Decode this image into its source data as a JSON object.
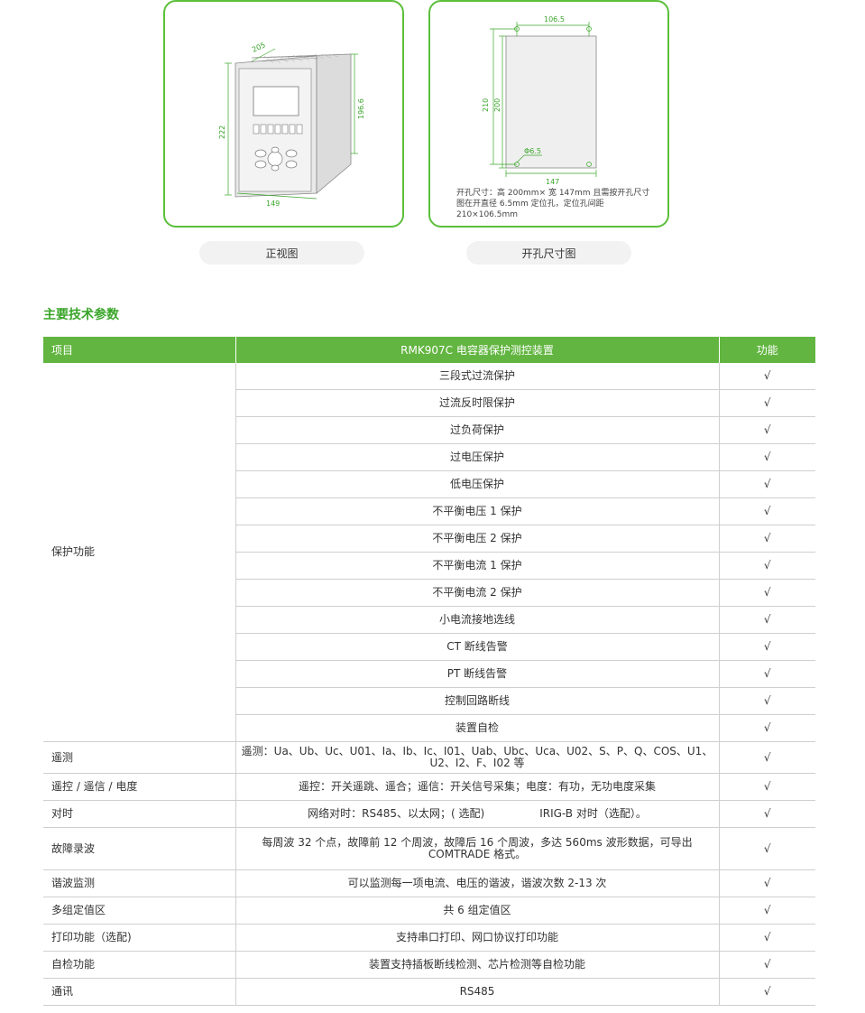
{
  "front_view": {
    "caption": "正视图",
    "dims": {
      "depth": "205",
      "height_side": "196.6",
      "height_front": "222",
      "width": "149"
    }
  },
  "cutout_view": {
    "caption": "开孔尺寸图",
    "dims": {
      "top_width": "106.5",
      "outer_height": "210",
      "inner_height": "200",
      "bottom_width": "147",
      "hole": "Φ6.5"
    },
    "note": "开孔尺寸：高 200mm× 宽 147mm 且需按开孔尺寸图在开直径 6.5mm 定位孔，定位孔间距 210×106.5mm"
  },
  "section_title": "主要技术参数",
  "table": {
    "headers": [
      "项目",
      "RMK907C 电容器保护测控装置",
      "功能"
    ],
    "protection_label": "保护功能",
    "protection_items": [
      "三段式过流保护",
      "过流反时限保护",
      "过负荷保护",
      "过电压保护",
      "低电压保护",
      "不平衡电压 1 保护",
      "不平衡电压 2 保护",
      "不平衡电流 1 保护",
      "不平衡电流 2 保护",
      "小电流接地选线",
      "CT 断线告警",
      "PT 断线告警",
      "控制回路断线",
      "装置自检"
    ],
    "rows": [
      {
        "label": "遥测",
        "text": "遥测：Ua、Ub、Uc、U01、Ia、Ib、Ic、I01、Uab、Ubc、Uca、U02、S、P、Q、COS、U1、U2、I2、F、I02 等"
      },
      {
        "label": "遥控 / 遥信 / 电度",
        "text": "遥控：开关遥跳、遥合；遥信：开关信号采集；电度：有功，无功电度采集"
      },
      {
        "label": "对时",
        "text": "网络对时：RS485、以太网；( 选配)                IRIG-B 对时（选配）。"
      },
      {
        "label": "故障录波",
        "text": "每周波 32 个点，故障前 12 个周波，故障后 16 个周波，多达 560ms 波形数据，可导出 COMTRADE 格式。"
      },
      {
        "label": "谐波监测",
        "text": "可以监测每一项电流、电压的谐波，谐波次数 2-13 次"
      },
      {
        "label": "多组定值区",
        "text": "共 6 组定值区"
      },
      {
        "label": "打印功能（选配)",
        "text": "支持串口打印、网口协议打印功能"
      },
      {
        "label": "自检功能",
        "text": "装置支持插板断线检测、芯片检测等自检功能"
      },
      {
        "label": "通讯",
        "text": "RS485"
      }
    ],
    "check_mark": "√"
  }
}
